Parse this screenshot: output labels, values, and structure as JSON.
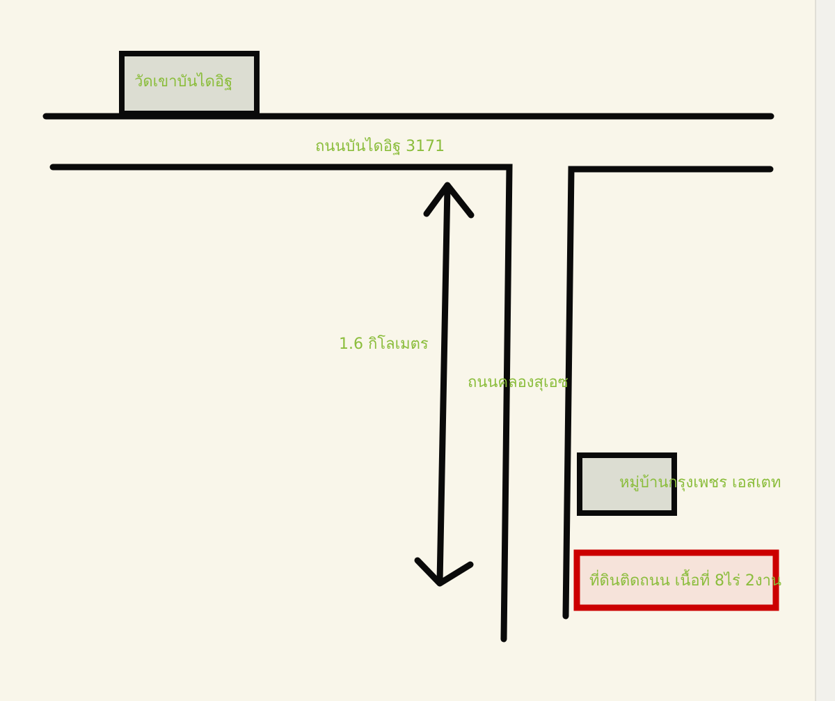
{
  "colors": {
    "background": "#f9f6ea",
    "right_edge_background": "#f2f1ec",
    "line": "#0a0a0a",
    "label": "#8bbd3c",
    "box_fill": "#dcddd2",
    "highlight_border": "#cc0000",
    "highlight_fill": "#f6e3da"
  },
  "landmarks": {
    "temple": "วัดเขาบันไดอิฐ",
    "village": "หมู่บ้านกรุงเพชร เอสเตท"
  },
  "roads": {
    "main_road": "ถนนบันไดอิฐ 3171",
    "side_road": "ถนนคลองสุเอซ"
  },
  "distance": "1.6 กิโลเมตร",
  "plot": "ที่ดินติดถนน เนื้อที่ 8ไร่ 2งาน"
}
